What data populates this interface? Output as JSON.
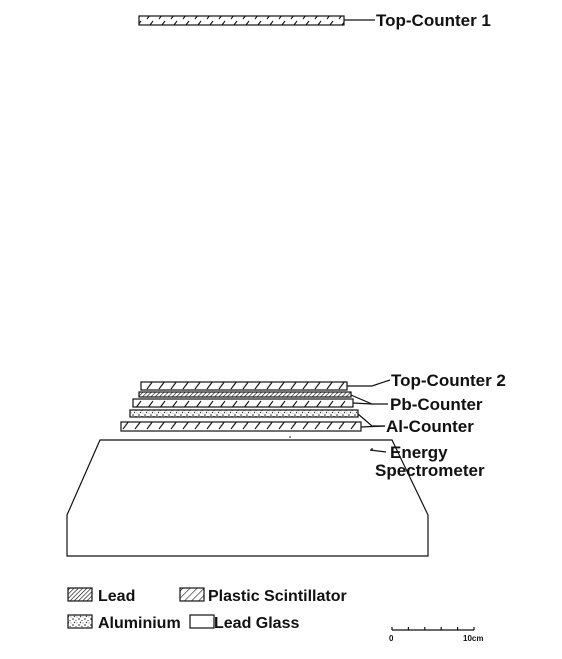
{
  "labels": {
    "top_counter_1": "Top-Counter 1",
    "top_counter_2": "Top-Counter 2",
    "pb_counter": "Pb-Counter",
    "al_counter": "Al-Counter",
    "energy": "Energy",
    "spectrometer": "Spectrometer"
  },
  "legend": {
    "lead": "Lead",
    "plastic": "Plastic Scintillator",
    "aluminium": "Aluminium",
    "lead_glass": "Lead Glass"
  },
  "scale": {
    "start": "0",
    "end": "10cm",
    "ticks": 6
  }
}
